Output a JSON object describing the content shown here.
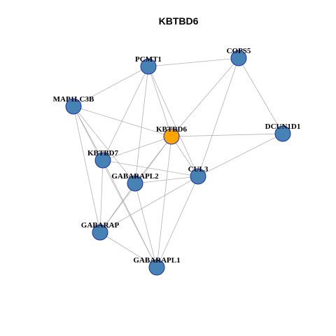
{
  "title": "KBTBD6",
  "colors": {
    "node_default": "#4682b4",
    "node_focus": "#ffa500",
    "node_border": "#1f2fb0",
    "edge": "#b3b3b3"
  },
  "nodes": [
    {
      "id": "KBTBD6",
      "label": "KBTBD6",
      "focus": true
    },
    {
      "id": "COPS5",
      "label": "COPS5",
      "focus": false
    },
    {
      "id": "PCMT1",
      "label": "PCMT1",
      "focus": false
    },
    {
      "id": "MAP1LC3B",
      "label": "MAP1LC3B",
      "focus": false
    },
    {
      "id": "DCUN1D1",
      "label": "DCUN1D1",
      "focus": false
    },
    {
      "id": "KBTBD7",
      "label": "KBTBD7",
      "focus": false
    },
    {
      "id": "GABARAPL2",
      "label": "GABARAPL2",
      "focus": false
    },
    {
      "id": "CUL3",
      "label": "CUL3",
      "focus": false
    },
    {
      "id": "GABARAP",
      "label": "GABARAP",
      "focus": false
    },
    {
      "id": "GABARAPL1",
      "label": "GABARAPL1",
      "focus": false
    }
  ],
  "edges": [
    [
      "PCMT1",
      "COPS5"
    ],
    [
      "PCMT1",
      "MAP1LC3B"
    ],
    [
      "PCMT1",
      "KBTBD6"
    ],
    [
      "PCMT1",
      "KBTBD7"
    ],
    [
      "PCMT1",
      "GABARAPL2"
    ],
    [
      "PCMT1",
      "CUL3"
    ],
    [
      "COPS5",
      "KBTBD6"
    ],
    [
      "COPS5",
      "DCUN1D1"
    ],
    [
      "COPS5",
      "CUL3"
    ],
    [
      "MAP1LC3B",
      "KBTBD6"
    ],
    [
      "MAP1LC3B",
      "KBTBD7"
    ],
    [
      "MAP1LC3B",
      "GABARAPL2"
    ],
    [
      "MAP1LC3B",
      "GABARAP"
    ],
    [
      "MAP1LC3B",
      "GABARAPL1"
    ],
    [
      "KBTBD6",
      "DCUN1D1"
    ],
    [
      "KBTBD6",
      "KBTBD7"
    ],
    [
      "KBTBD6",
      "GABARAPL2"
    ],
    [
      "KBTBD6",
      "CUL3"
    ],
    [
      "KBTBD6",
      "GABARAP"
    ],
    [
      "KBTBD6",
      "GABARAPL1"
    ],
    [
      "DCUN1D1",
      "CUL3"
    ],
    [
      "KBTBD7",
      "CUL3"
    ],
    [
      "KBTBD7",
      "GABARAP"
    ],
    [
      "KBTBD7",
      "GABARAPL1"
    ],
    [
      "GABARAPL2",
      "CUL3"
    ],
    [
      "GABARAPL2",
      "GABARAP"
    ],
    [
      "GABARAPL2",
      "GABARAPL1"
    ],
    [
      "CUL3",
      "GABARAP"
    ],
    [
      "CUL3",
      "GABARAPL1"
    ],
    [
      "GABARAP",
      "GABARAPL1"
    ]
  ]
}
